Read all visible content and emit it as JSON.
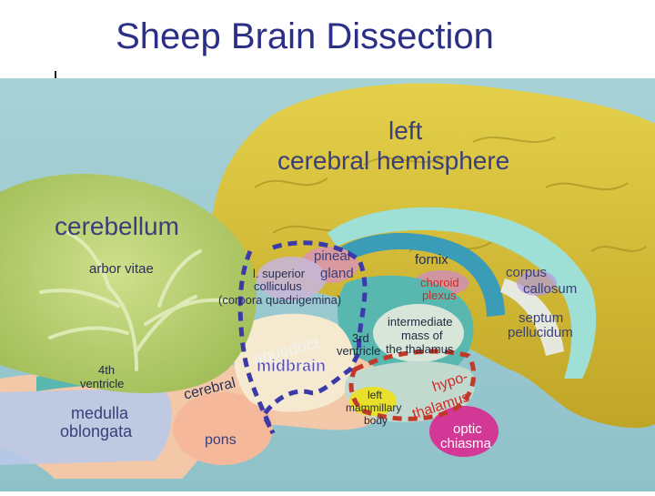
{
  "slide": {
    "title": "Sheep Brain Dissection"
  },
  "labels": {
    "left_cerebral_hemisphere_1": "left",
    "left_cerebral_hemisphere_2": "cerebral hemisphere",
    "cerebellum": "cerebellum",
    "arbor_vitae": "arbor vitae",
    "pineal_1": "pineal",
    "pineal_2": "gland",
    "superior_colliculus_1": "l. superior",
    "superior_colliculus_2": "colliculus",
    "superior_colliculus_3": "(corpora quadrigemina)",
    "fornix": "fornix",
    "choroid_1": "choroid",
    "choroid_2": "plexus",
    "corpus_callosum_1": "corpus",
    "corpus_callosum_2": "callosum",
    "intermediate_mass_1": "intermediate",
    "intermediate_mass_2": "mass of",
    "intermediate_mass_3": "the thalamus",
    "third_ventricle_1": "3rd",
    "third_ventricle_2": "ventricle",
    "septum_pellucidum_1": "septum",
    "septum_pellucidum_2": "pellucidum",
    "cerebral_aqueduct_1": "aqueduct",
    "cerebral_aqueduct_2": "cerebral",
    "midbrain": "midbrain",
    "fourth_ventricle_1": "4th",
    "fourth_ventricle_2": "ventricle",
    "medulla_1": "medulla",
    "medulla_2": "oblongata",
    "pons": "pons",
    "mammillary_1": "left",
    "mammillary_2": "mammillary",
    "mammillary_3": "body",
    "hypothalamus_1": "hypo-",
    "hypothalamus_2": "thalamus",
    "optic_chiasma_1": "optic",
    "optic_chiasma_2": "chiasma"
  },
  "colors": {
    "title": "#2b2f86",
    "cerebrum": "#d8c334",
    "cerebellum": "#b8cf6e",
    "brainstem": "#f2c8a8",
    "ventricle": "#58b8b0",
    "fornix": "#3a9cb6",
    "corpus_callosum": "#9ee0d6",
    "midbrain_label": "#5a4fb0",
    "hypothalamus_label": "#d42a24",
    "optic_chiasma": "#d43896",
    "mammillary": "#e8e02a",
    "outline_blue": "#3a3aa8",
    "outline_red": "#c03a2a"
  }
}
